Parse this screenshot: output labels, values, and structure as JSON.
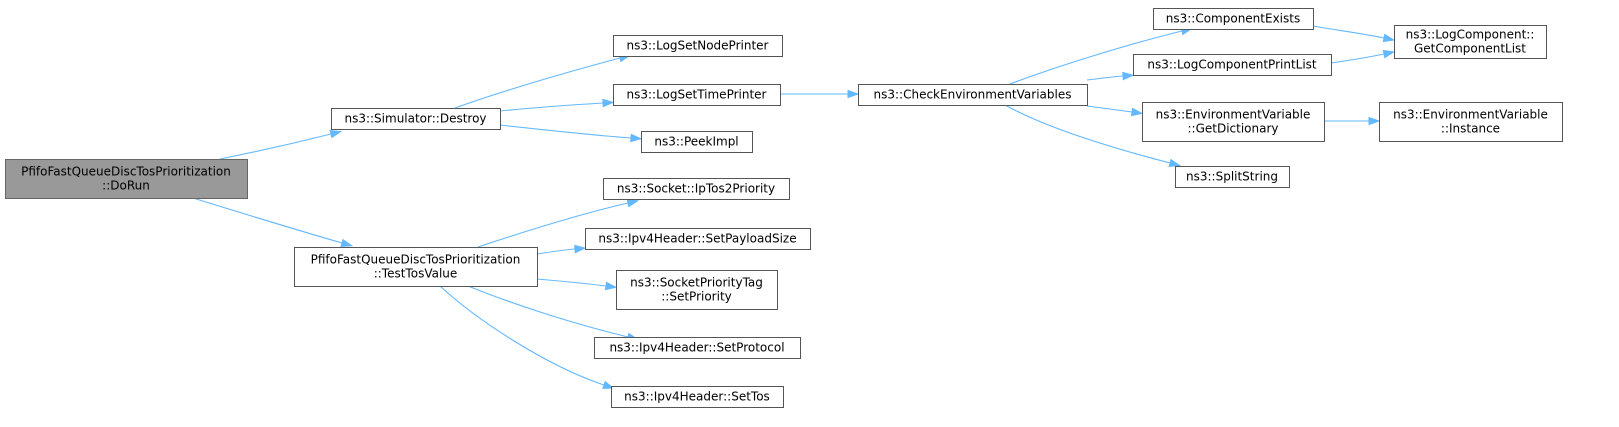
{
  "graph": {
    "colors": {
      "edge": "#63b8ff",
      "node_border": "#555555",
      "root_fill": "#999999",
      "node_fill": "#ffffff"
    },
    "nodes": [
      {
        "id": "doRun",
        "root": true,
        "lines": [
          "PfifoFastQueueDiscTosPrioritization",
          "::DoRun"
        ]
      },
      {
        "id": "simDestroy",
        "lines": [
          "ns3::Simulator::Destroy"
        ]
      },
      {
        "id": "testTos",
        "lines": [
          "PfifoFastQueueDiscTosPrioritization",
          "::TestTosValue"
        ]
      },
      {
        "id": "logSetNode",
        "lines": [
          "ns3::LogSetNodePrinter"
        ]
      },
      {
        "id": "logSetTime",
        "lines": [
          "ns3::LogSetTimePrinter"
        ]
      },
      {
        "id": "peekImpl",
        "lines": [
          "ns3::PeekImpl"
        ]
      },
      {
        "id": "ipTos2Prio",
        "lines": [
          "ns3::Socket::IpTos2Priority"
        ]
      },
      {
        "id": "setPayload",
        "lines": [
          "ns3::Ipv4Header::SetPayloadSize"
        ]
      },
      {
        "id": "setPriority",
        "lines": [
          "ns3::SocketPriorityTag",
          "::SetPriority"
        ]
      },
      {
        "id": "setProtocol",
        "lines": [
          "ns3::Ipv4Header::SetProtocol"
        ]
      },
      {
        "id": "setTos",
        "lines": [
          "ns3::Ipv4Header::SetTos"
        ]
      },
      {
        "id": "checkEnv",
        "lines": [
          "ns3::CheckEnvironmentVariables"
        ]
      },
      {
        "id": "compExists",
        "lines": [
          "ns3::ComponentExists"
        ]
      },
      {
        "id": "logCompPrint",
        "lines": [
          "ns3::LogComponentPrintList"
        ]
      },
      {
        "id": "envGetDict",
        "lines": [
          "ns3::EnvironmentVariable",
          "::GetDictionary"
        ]
      },
      {
        "id": "splitString",
        "lines": [
          "ns3::SplitString"
        ]
      },
      {
        "id": "getCompList",
        "lines": [
          "ns3::LogComponent::",
          "GetComponentList"
        ]
      },
      {
        "id": "envInstance",
        "lines": [
          "ns3::EnvironmentVariable",
          "::Instance"
        ]
      }
    ],
    "edges": [
      {
        "from": "doRun",
        "to": "simDestroy"
      },
      {
        "from": "doRun",
        "to": "testTos"
      },
      {
        "from": "simDestroy",
        "to": "logSetNode"
      },
      {
        "from": "simDestroy",
        "to": "logSetTime"
      },
      {
        "from": "simDestroy",
        "to": "peekImpl"
      },
      {
        "from": "testTos",
        "to": "ipTos2Prio"
      },
      {
        "from": "testTos",
        "to": "setPayload"
      },
      {
        "from": "testTos",
        "to": "setPriority"
      },
      {
        "from": "testTos",
        "to": "setProtocol"
      },
      {
        "from": "testTos",
        "to": "setTos"
      },
      {
        "from": "logSetTime",
        "to": "checkEnv"
      },
      {
        "from": "checkEnv",
        "to": "compExists"
      },
      {
        "from": "checkEnv",
        "to": "logCompPrint"
      },
      {
        "from": "checkEnv",
        "to": "envGetDict"
      },
      {
        "from": "checkEnv",
        "to": "splitString"
      },
      {
        "from": "compExists",
        "to": "getCompList"
      },
      {
        "from": "logCompPrint",
        "to": "getCompList"
      },
      {
        "from": "envGetDict",
        "to": "envInstance"
      }
    ]
  }
}
